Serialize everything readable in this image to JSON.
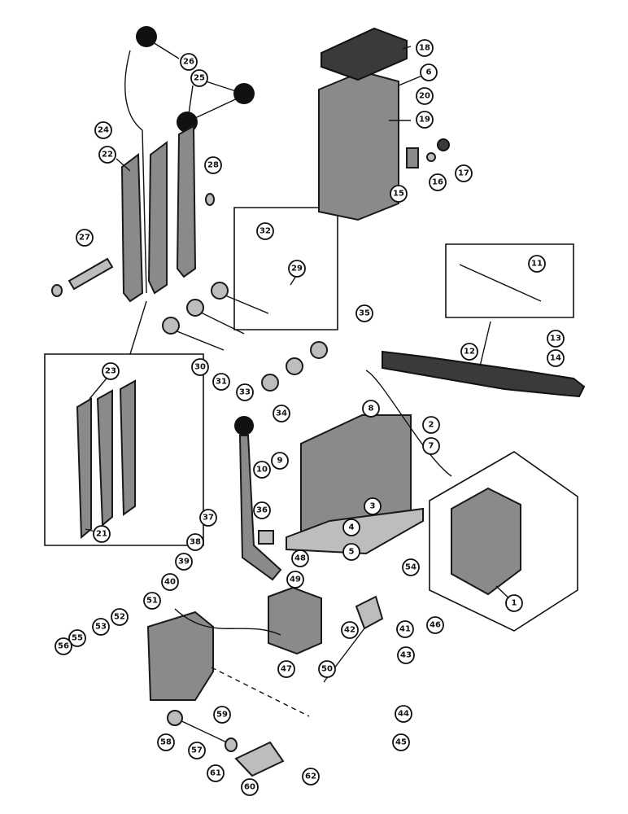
{
  "diagram": {
    "callouts": [
      "1",
      "2",
      "3",
      "4",
      "5",
      "6",
      "7",
      "8",
      "9",
      "10",
      "11",
      "12",
      "13",
      "14",
      "15",
      "16",
      "17",
      "18",
      "19",
      "20",
      "21",
      "22",
      "23",
      "24",
      "25",
      "26",
      "27",
      "28",
      "29",
      "30",
      "31",
      "32",
      "33",
      "34",
      "35",
      "36",
      "37",
      "38",
      "39",
      "40",
      "41",
      "42",
      "43",
      "44",
      "45",
      "46",
      "47",
      "48",
      "49",
      "50",
      "51",
      "52",
      "53",
      "54",
      "55",
      "56",
      "57",
      "58",
      "59",
      "60",
      "61",
      "62"
    ]
  }
}
